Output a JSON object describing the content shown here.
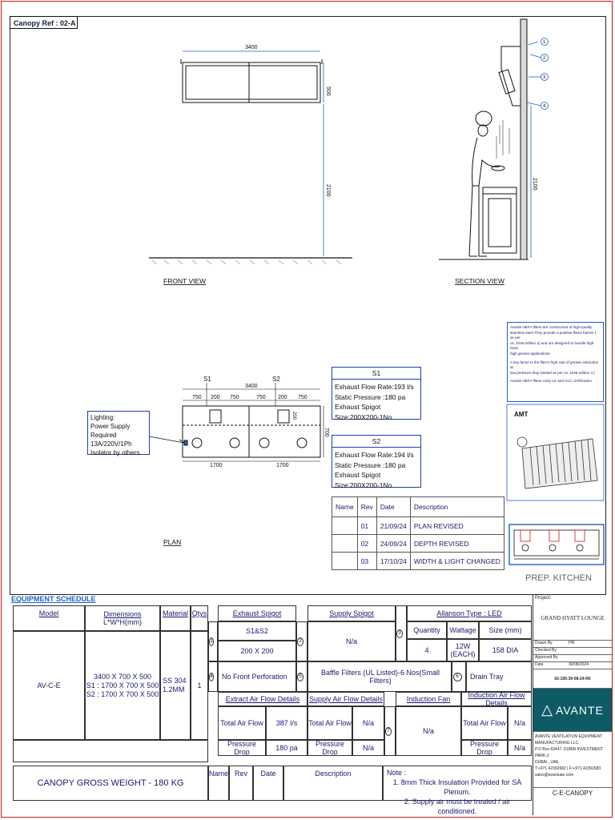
{
  "canopy_ref": "Canopy Ref : 02-A",
  "front_view": {
    "label": "FRONT VIEW",
    "dim_width": "3400",
    "dim_height": "500",
    "dim_mount": "2100"
  },
  "section_view": {
    "label": "SECTION VIEW",
    "dim_mount": "2100",
    "callouts": [
      "1",
      "2",
      "3",
      "4"
    ]
  },
  "plan": {
    "label": "PLAN",
    "s1": "S1",
    "s2": "S2",
    "dim_total": "3400",
    "dims_top": [
      "750",
      "200",
      "750",
      "750",
      "200",
      "750"
    ],
    "dims_bottom": [
      "1700",
      "1700"
    ],
    "dim_depth": "700",
    "dim_spigot": "200"
  },
  "lighting_note": [
    "Lighting:",
    "Power Supply Required",
    "13A/220V/1Ph",
    "Isolator by others."
  ],
  "s1_box": {
    "title": "S1",
    "lines": [
      "Exhaust Flow Rate:193 l/s",
      "Static Pressure :180 pa",
      "Exhaust Spigot Size:200X200-1No"
    ]
  },
  "s2_box": {
    "title": "S2",
    "lines": [
      "Exhaust Flow Rate:194 l/s",
      "Static Pressure :180 pa",
      "Exhaust Spigot Size:200X200-1No"
    ]
  },
  "revision_table": {
    "headers": [
      "Name",
      "Rev",
      "Date",
      "Description"
    ],
    "rows": [
      [
        "",
        "01",
        "21/09/24",
        "PLAN REVISED"
      ],
      [
        "",
        "02",
        "24/09/24",
        "DEPTH REVISED"
      ],
      [
        "",
        "03",
        "17/10/24",
        "WIDTH & LIGHT CHANGED"
      ]
    ]
  },
  "filter_note": [
    "Avante HEFA filters are constructed of high-quality",
    "stainless steel.They provide a positive flame barrier ( as per",
    "UL 1046 edition 4) and are designed to handle high-heat,",
    "high grease applications.",
    "A key factor is the filter's high rate of grease extraction at",
    "low pressure drop (tested as per UL 1046 edition 4.)",
    "Avante HEFA filters carry UL and ULC certification."
  ],
  "filter_brand": "AMT",
  "key_plan_label": "PREP. KITCHEN",
  "schedule": {
    "title": "EQUIPMENT SCHEDULE",
    "model_hdr": "Model",
    "dim_hdr": "Dimensions",
    "dim_sub": "L*W*H(mm)",
    "material_hdr": "Material",
    "qty_hdr": "Qtys",
    "exhaust_spigot_hdr": "Exhaust Spigot",
    "supply_spigot_hdr": "Supply Spigot",
    "allanson_hdr": "Allanson Type : LED",
    "model": "AV-C-E",
    "dims": [
      "3400 X 700 X 500",
      "S1 : 1700 X 700 X 500",
      "S2 : 1700 X 700 X 500"
    ],
    "material": [
      "SS  304",
      "1.2MM"
    ],
    "qty": "1",
    "exhaust_spigot_sub": "S1&S2",
    "exhaust_spigot_val": "200 X 200",
    "supply_spigot_val": "N/a",
    "quantity_hdr": "Quantity",
    "wattage_hdr": "Wattage",
    "size_hdr": "Size (mm)",
    "quantity": "4",
    "wattage": [
      "12W",
      "(EACH)"
    ],
    "size": "158 DIA",
    "perforation": "No Front Perforation",
    "baffle": "Baffle Filters (UL Listed)-6 Nos(Small Filters)",
    "drain": "Drain Tray",
    "extract_hdr": "Extract Air Flow Details",
    "supply_hdr": "Supply Air Flow Details",
    "induction_fan_hdr": "Induction Fan",
    "induction_air_hdr": "Induction Air Flow Details",
    "total_air_flow": "Total Air Flow",
    "pressure_drop": "Pressure Drop",
    "extract_flow": "387 l/s",
    "extract_pd": "180 pa",
    "supply_flow": "N/a",
    "supply_pd": "N/a",
    "induction_fan": "N/a",
    "induction_flow": "N/a",
    "induction_pd": "N/a",
    "weight": "CANOPY GROSS WEIGHT    - 180  KG",
    "bottom_headers": [
      "Name",
      "Rev",
      "Date",
      "Description"
    ],
    "note_hdr": "Note :",
    "notes": [
      "1.   8mm Thick Insulation Provided for SA Plenum.",
      "2.  Supply air must be treated / air conditioned."
    ],
    "circles": [
      "1",
      "2",
      "3",
      "4",
      "5",
      "6",
      "7"
    ]
  },
  "title_block": {
    "project_lbl": "Project:",
    "project": "GRAND HYATT LOUNGE",
    "drawn_by": "Drawn By",
    "drawn_val": "HN",
    "checked_by": "Checked By",
    "approved_by": "Approved By",
    "date_lbl": "Date",
    "date_val": "30/08/2024",
    "drawing_no": "02-105-30-08-24-R0",
    "logo": "AVANTE",
    "company": [
      "AVANTE VENTILATION EQUIPMENT",
      "MANUFACTURING LLC.",
      "P.O Box 63447, DUBAI INVESTMENT PARK-2",
      "DUBAI  ,  UAE",
      "T:+971 42392682 | F:+971 42392683",
      "sales@avantuae.com"
    ],
    "code": "C-E-CANOPY"
  }
}
